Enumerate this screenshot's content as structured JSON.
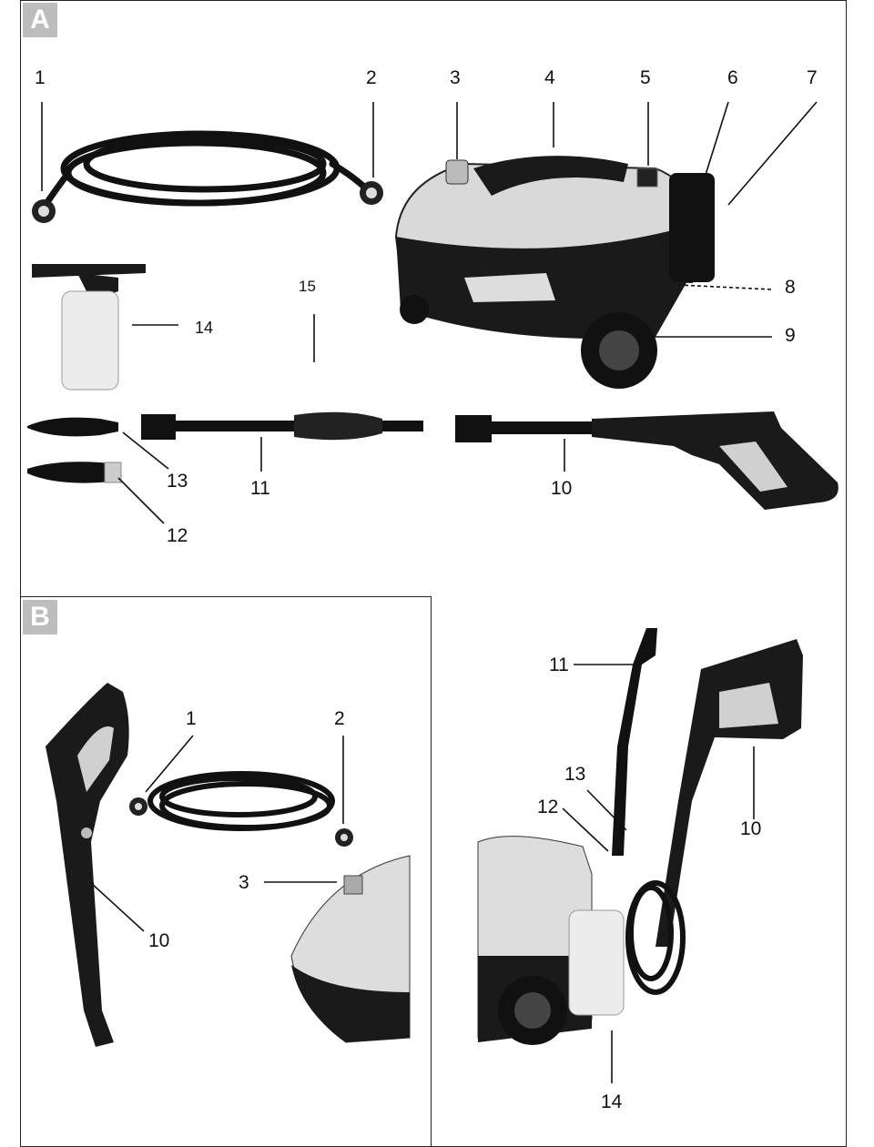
{
  "sections": {
    "a": {
      "badge": "A"
    },
    "b": {
      "badge": "B"
    }
  },
  "callouts_a": [
    "1",
    "2",
    "3",
    "4",
    "5",
    "6",
    "7",
    "8",
    "9",
    "10",
    "11",
    "12",
    "13",
    "14",
    "15"
  ],
  "callouts_b_left": [
    "1",
    "2",
    "3",
    "10"
  ],
  "callouts_b_right": [
    "11",
    "13",
    "12",
    "10",
    "14"
  ]
}
